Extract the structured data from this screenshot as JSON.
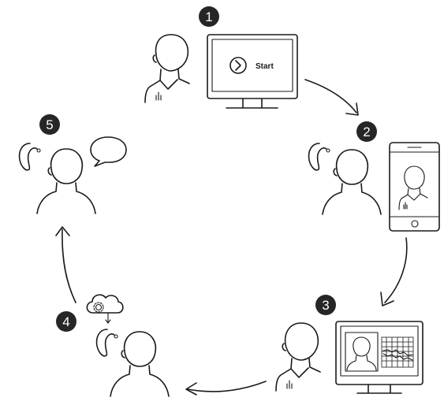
{
  "steps": [
    {
      "number": "1",
      "button_label": "Start"
    },
    {
      "number": "2"
    },
    {
      "number": "3"
    },
    {
      "number": "4"
    },
    {
      "number": "5"
    }
  ]
}
